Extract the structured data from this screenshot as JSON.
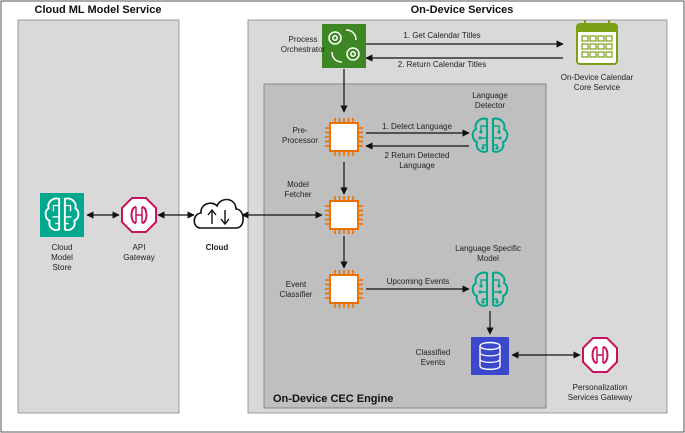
{
  "regions": {
    "cloud_title": "Cloud ML Model Service",
    "device_title": "On-Device Services",
    "engine_title": "On-Device CEC Engine"
  },
  "nodes": {
    "cloud_store": [
      "Cloud",
      "Model",
      "Store"
    ],
    "api_gateway": [
      "API",
      "Gateway"
    ],
    "cloud": [
      "Cloud"
    ],
    "orchestrator": [
      "Process",
      "Orchestrator"
    ],
    "calendar_service": [
      "On-Device Calendar",
      "Core Service"
    ],
    "preprocessor": [
      "Pre-",
      "Processor"
    ],
    "language_detector": [
      "Language",
      "Detector"
    ],
    "model_fetcher": [
      "Model",
      "Fetcher"
    ],
    "event_classifier": [
      "Event",
      "Classifier"
    ],
    "language_specific_model": [
      "Language Specific",
      "Model"
    ],
    "classified_events": [
      "Classified",
      "Events"
    ],
    "personalization_gateway": [
      "Personalization",
      "Services Gateway"
    ]
  },
  "edges": {
    "get_titles": "1. Get Calendar Titles",
    "return_titles": "2. Return Calendar Titles",
    "detect_language": "1. Detect Language",
    "return_detected": [
      "2 Return Detected",
      "Language"
    ],
    "upcoming_events": "Upcoming Events"
  },
  "colors": {
    "region_bg": "#d9d9d9",
    "engine_bg": "#bfbfbf",
    "chip": "#ed7100",
    "ml_green": "#01a88d",
    "gateway_pink": "#c7125c",
    "storage_blue": "#3b48cc",
    "orchestrator_green": "#3f8624",
    "calendar_green": "#7aa116"
  }
}
